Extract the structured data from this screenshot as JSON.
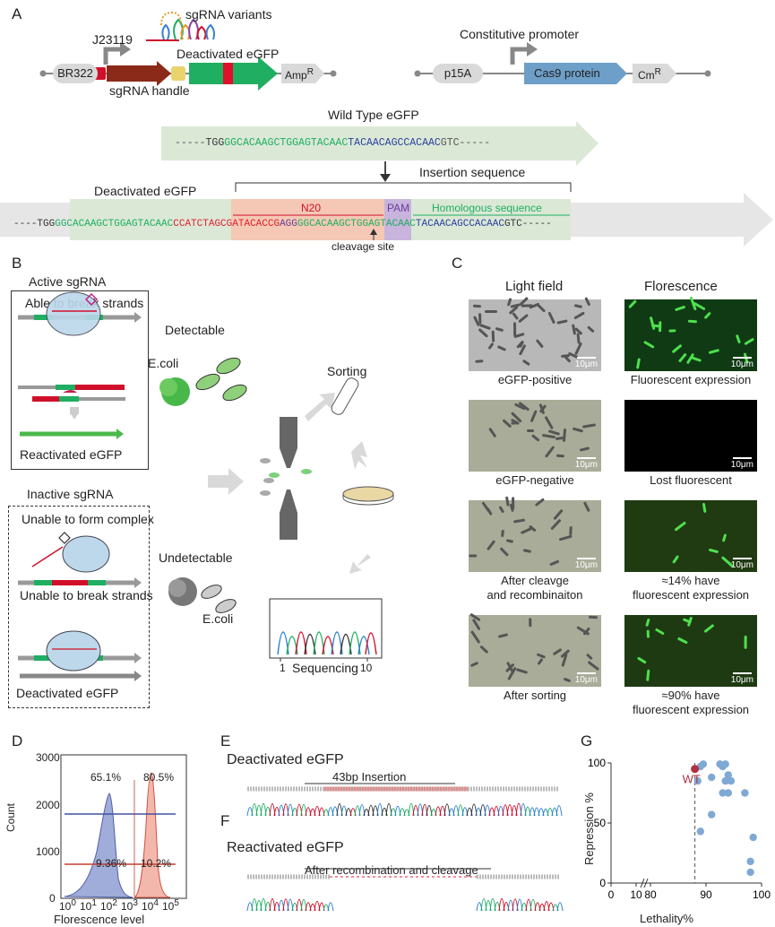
{
  "panelA": {
    "letter": "A",
    "sgrna_variants": "sgRNA variants",
    "promoter_j": "J23119",
    "deactivated_egfp": "Deactivated eGFP",
    "br322": "BR322",
    "sgrna_handle": "sgRNA handle",
    "amp": "Amp",
    "amp_sup": "R",
    "constitutive_promoter": "Constitutive promoter",
    "p15a": "p15A",
    "cas9": "Cas9 protein",
    "cm": "Cm",
    "cm_sup": "R",
    "wild_type_title": "Wild Type eGFP",
    "wt_seq_dash": "-----",
    "wt_seq_tgg": "TGG",
    "wt_seq_green": "GGCACAAGCTGGAGTACAAC",
    "wt_seq_blue": "TACAACAGCCACAAC",
    "wt_seq_end": "GTC-----",
    "insertion_sequence": "Insertion sequence",
    "deact_title": "Deactivated eGFP",
    "n20": "N20",
    "pam": "PAM",
    "homologous": "Homologous sequence",
    "d_seq_start": "----TGG",
    "d_seq_green1": "GGCACAAGCTGGAGTACAAC",
    "d_seq_red": "CCATCTAGCGATACACCG",
    "d_seq_pam": "AGG",
    "d_seq_green2": "GGCACAAGCTGGAGTACAAC",
    "d_seq_blue": "TACAACAGCCACAAC",
    "d_seq_end": "GTC-----",
    "cleavage_site": "cleavage site"
  },
  "panelB": {
    "letter": "B",
    "active_sgrna": "Active sgRNA",
    "able_break": "Able to break strands",
    "reactivated": "Reactivated eGFP",
    "detectable": "Detectable",
    "ecoli_top": "E.coli",
    "sorting": "Sorting",
    "inactive_sgrna": "Inactive sgRNA",
    "unable_complex": "Unable to form complex",
    "unable_break": "Unable to break strands",
    "deactivated": "Deactivated eGFP",
    "undetectable": "Undetectable",
    "ecoli_bottom": "E.coli",
    "seq_axis_1": "1",
    "seq_axis_10": "10",
    "sequencing": "Sequencing"
  },
  "panelC": {
    "letter": "C",
    "col_light": "Light field",
    "col_fluor": "Florescence",
    "scale": "10μm",
    "rows": [
      {
        "left_caption": "eGFP-positive",
        "right_caption": "Fluorescent expression"
      },
      {
        "left_caption": "eGFP-negative",
        "right_caption": "Lost  fluorescent"
      },
      {
        "left_caption": "After cleavge\nand recombinaiton",
        "right_caption": "≈14%  have\nfluorescent expression"
      },
      {
        "left_caption": "After sorting",
        "right_caption": "≈90%  have\nfluorescent expression"
      }
    ]
  },
  "panelD": {
    "letter": "D",
    "ylabel": "Count",
    "xlabel": "Florescence level",
    "yticks": [
      "0",
      "1000",
      "2000",
      "3000"
    ],
    "xticks": [
      "0",
      "1",
      "2",
      "3",
      "4",
      "5"
    ],
    "gate_hi_left": "65.1%",
    "gate_hi_right": "80.5%",
    "gate_lo_left": "9.36%",
    "gate_lo_right": "10.2%"
  },
  "panelE": {
    "letter": "E",
    "title": "Deactivated eGFP",
    "insertion": "43bp Insertion"
  },
  "panelF": {
    "letter": "F",
    "title": "Reactivated eGFP",
    "subtitle": "After recombination and cleavage"
  },
  "chart_data": {
    "type": "scatter",
    "title": "",
    "xlabel": "Lethality%",
    "ylabel": "Repression %",
    "xlim": [
      0,
      100
    ],
    "ylim": [
      0,
      100
    ],
    "xticks": [
      "0",
      "10",
      "80",
      "90",
      "100"
    ],
    "yticks": [
      "0",
      "50",
      "100"
    ],
    "axis_break": "between 10 and 80",
    "wt_label": "WT",
    "wt_point": {
      "x": 88,
      "y": 95
    },
    "wt_color": "#b03040",
    "point_color": "#7fa9d4",
    "points": [
      {
        "x": 88.5,
        "y": 85
      },
      {
        "x": 89,
        "y": 97
      },
      {
        "x": 89.5,
        "y": 99
      },
      {
        "x": 89,
        "y": 43
      },
      {
        "x": 91,
        "y": 57
      },
      {
        "x": 91,
        "y": 88
      },
      {
        "x": 92.5,
        "y": 99
      },
      {
        "x": 93,
        "y": 97
      },
      {
        "x": 93.5,
        "y": 99
      },
      {
        "x": 93,
        "y": 75
      },
      {
        "x": 93.5,
        "y": 85
      },
      {
        "x": 94,
        "y": 75
      },
      {
        "x": 94.5,
        "y": 85
      },
      {
        "x": 94,
        "y": 90
      },
      {
        "x": 97,
        "y": 75
      },
      {
        "x": 98.5,
        "y": 38
      },
      {
        "x": 98,
        "y": 18
      },
      {
        "x": 98,
        "y": 9
      }
    ]
  }
}
